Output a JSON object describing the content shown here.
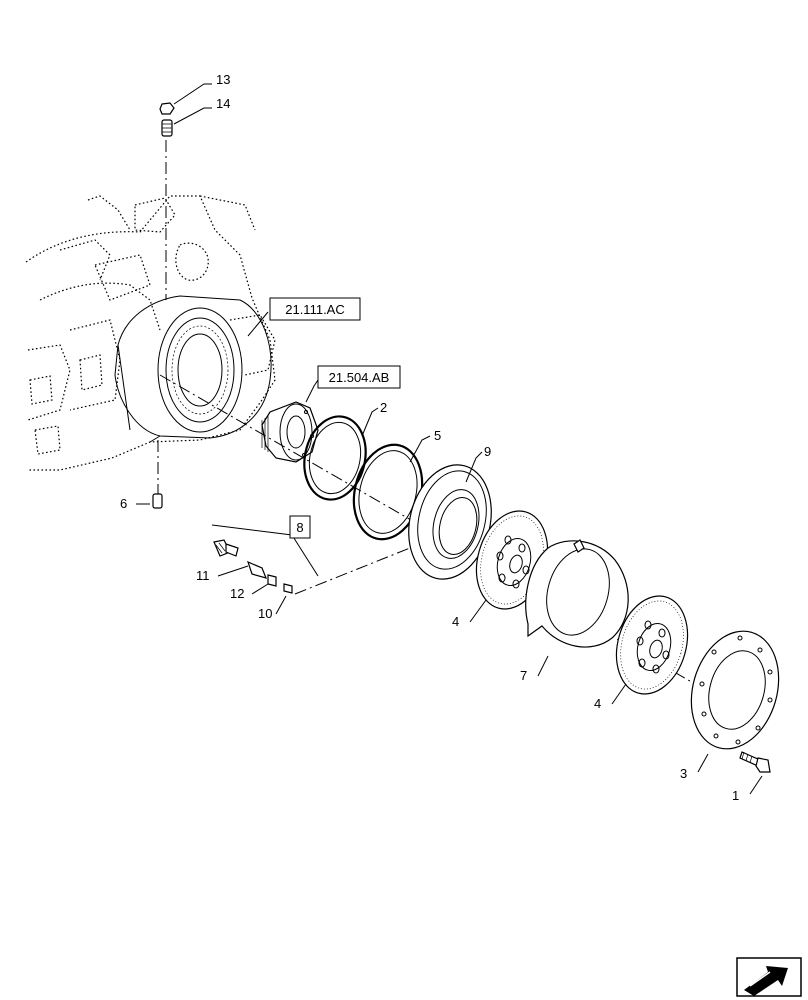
{
  "references": {
    "housing": "21.111.AC",
    "carrier": "21.504.AB",
    "kit": "8"
  },
  "callouts": {
    "c1": "1",
    "c2": "2",
    "c3": "3",
    "c4a": "4",
    "c4b": "4",
    "c5": "5",
    "c6": "6",
    "c7": "7",
    "c9": "9",
    "c10": "10",
    "c11": "11",
    "c12": "12",
    "c13": "13",
    "c14": "14"
  },
  "nav_icon": "next-page-arrow-icon"
}
